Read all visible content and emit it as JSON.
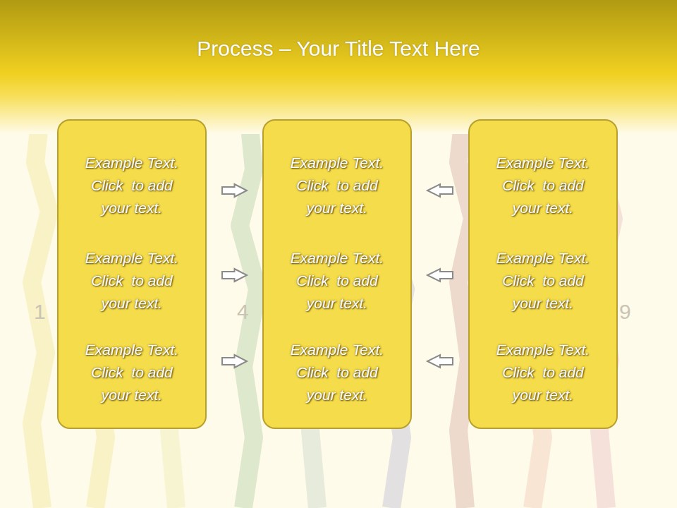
{
  "diagram": {
    "title": "Process – Your Title Text Here",
    "nodes": [
      {
        "text": [
          "Example Text. Click  to add your text.",
          "Example Text. Click  to add your text.",
          "Example Text. Click  to add your text."
        ]
      },
      {
        "text": [
          "Example Text. Click  to add your text.",
          "Example Text. Click  to add your text.",
          "Example Text. Click  to add your text."
        ]
      },
      {
        "text": [
          "Example Text. Click  to add your text.",
          "Example Text. Click  to add your text.",
          "Example Text. Click  to add your text."
        ]
      }
    ],
    "edges": [
      {
        "from": 0,
        "to": 1,
        "arrow": "to"
      },
      {
        "from": 0,
        "to": 1,
        "arrow": "to"
      },
      {
        "from": 0,
        "to": 1,
        "arrow": "to"
      },
      {
        "from": 2,
        "to": 1,
        "arrow": "to"
      },
      {
        "from": 2,
        "to": 1,
        "arrow": "to"
      },
      {
        "from": 2,
        "to": 1,
        "arrow": "to"
      }
    ],
    "labels": [
      "1",
      "4",
      "9"
    ]
  }
}
